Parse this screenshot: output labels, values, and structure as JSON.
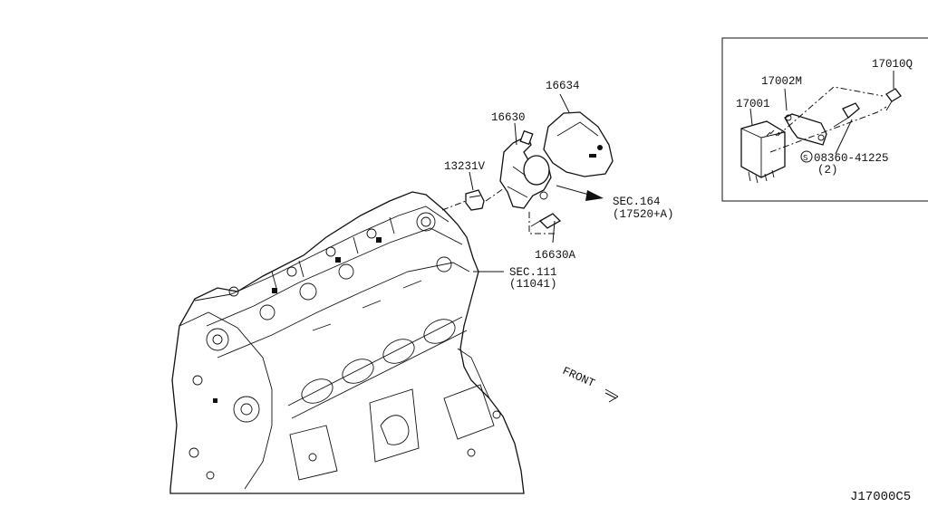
{
  "diagram_code": "J17000C5",
  "parts": {
    "p16634": "16634",
    "p16630": "16630",
    "p13231v": "13231V",
    "p16630a": "16630A",
    "p17001": "17001",
    "p17002m": "17002M",
    "p17010q": "17010Q",
    "p08360": "08360-41225",
    "p08360_qty": "(2)",
    "screw_symbol": "S"
  },
  "references": {
    "sec164": "SEC.164",
    "sec164_sub": "(17520+A)",
    "sec111": "SEC.111",
    "sec111_sub": "(11041)"
  },
  "front_label": "FRONT"
}
